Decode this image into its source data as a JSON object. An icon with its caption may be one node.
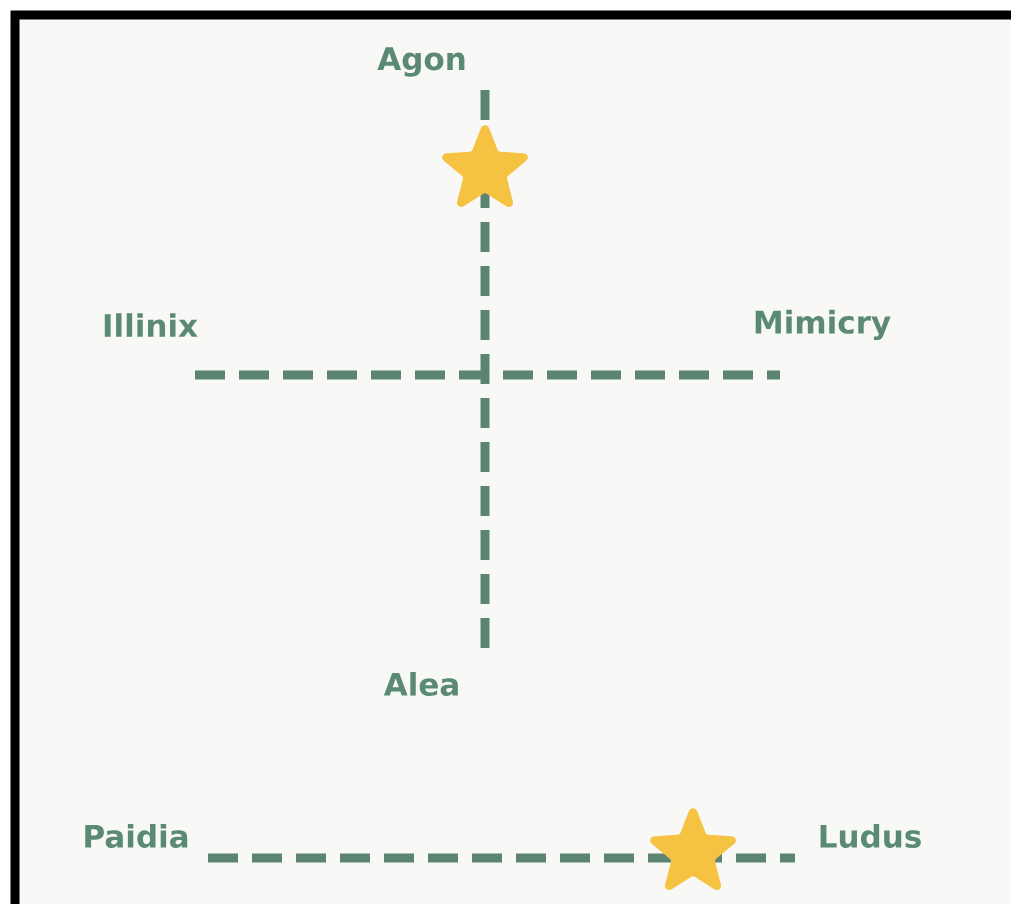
{
  "diagram": {
    "nodes": [
      {
        "text": [
          "Agon"
        ]
      },
      {
        "text": [
          "Illinix"
        ]
      },
      {
        "text": [
          "Mimicry"
        ]
      },
      {
        "text": [
          "Alea"
        ]
      },
      {
        "text": [
          "Paidia"
        ]
      },
      {
        "text": [
          "Ludus"
        ]
      }
    ],
    "edges": [
      {
        "from": 0,
        "to": 3,
        "arrow": "none",
        "style": "dashed"
      },
      {
        "from": 1,
        "to": 2,
        "arrow": "none",
        "style": "dashed"
      },
      {
        "from": 4,
        "to": 5,
        "arrow": "none",
        "style": "dashed"
      }
    ]
  }
}
